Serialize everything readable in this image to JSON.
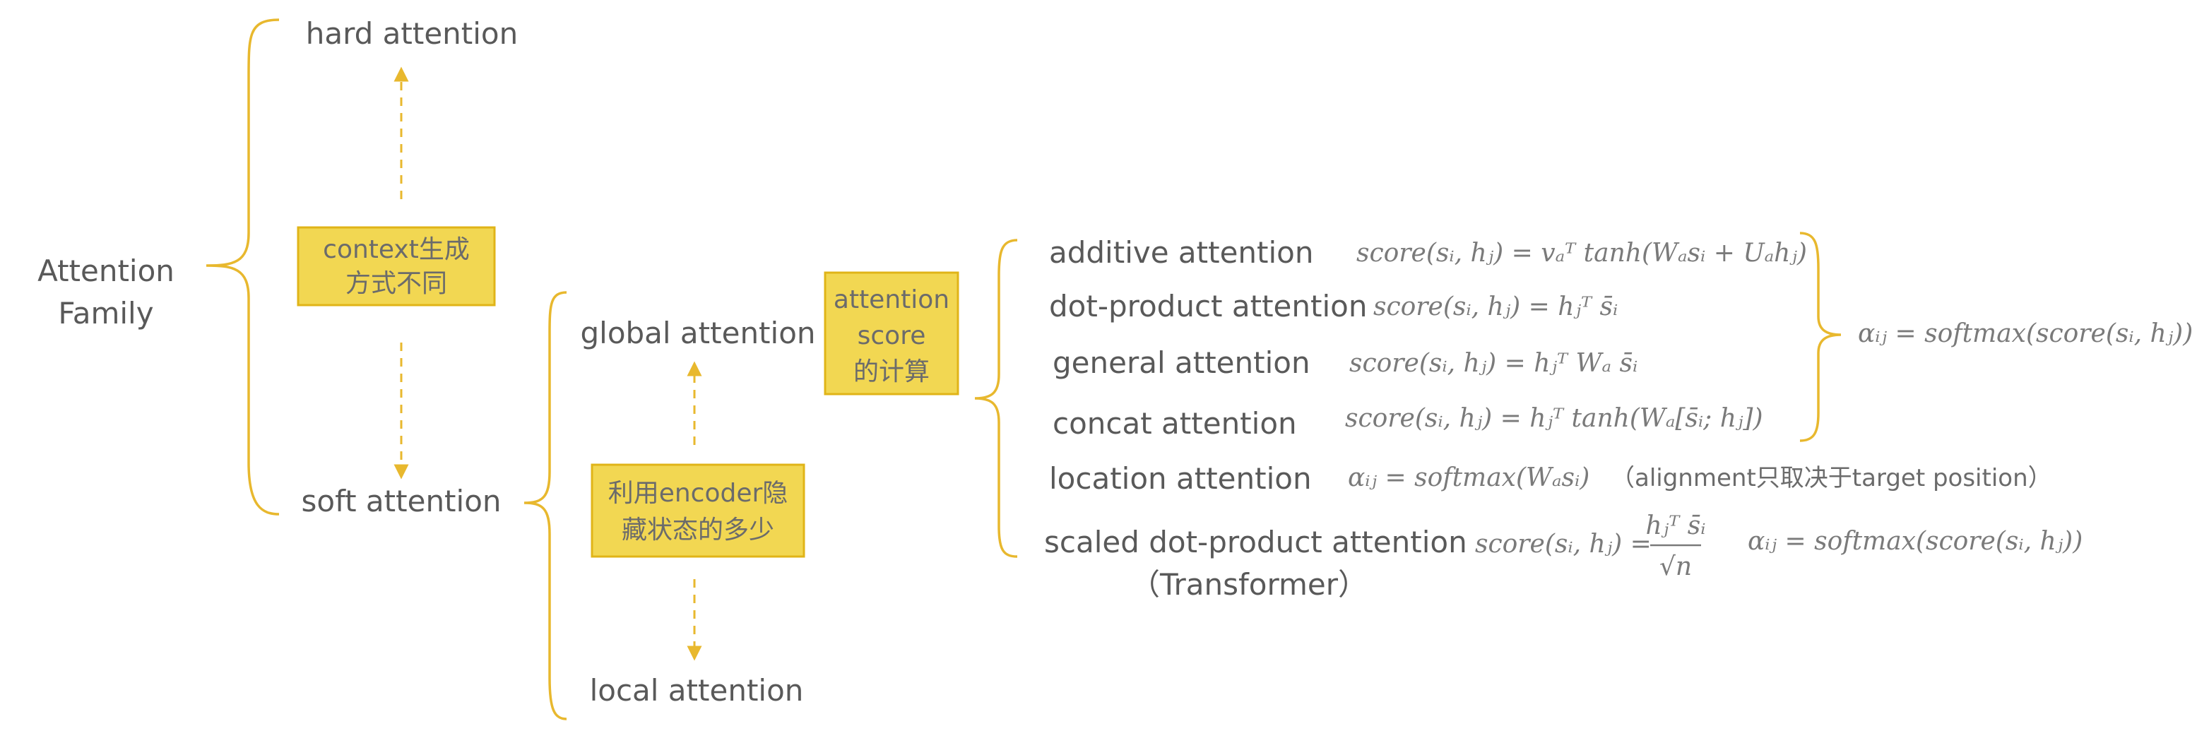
{
  "root": {
    "line1": "Attention",
    "line2": "Family"
  },
  "level1": {
    "hard": "hard attention",
    "soft": "soft attention"
  },
  "box_context": {
    "line1": "context生成",
    "line2": "方式不同"
  },
  "level2": {
    "global": "global attention",
    "local": "local attention"
  },
  "box_encoder": {
    "line1": "利用encoder隐",
    "line2": "藏状态的多少"
  },
  "box_score": {
    "line1": "attention",
    "line2": "score",
    "line3": "的计算"
  },
  "methods": [
    {
      "name": "additive attention",
      "formula": "score(sᵢ, hⱼ) = vₐᵀ tanh(Wₐsᵢ + Uₐhⱼ)"
    },
    {
      "name": "dot-product attention",
      "formula": "score(sᵢ, hⱼ) = hⱼᵀ s̄ᵢ"
    },
    {
      "name": "general attention",
      "formula": "score(sᵢ, hⱼ) = hⱼᵀ Wₐ s̄ᵢ"
    },
    {
      "name": "concat attention",
      "formula": "score(sᵢ, hⱼ) = hⱼᵀ tanh(Wₐ[s̄ᵢ; hⱼ])"
    },
    {
      "name": "location attention",
      "formula": "αᵢⱼ = softmax(Wₐsᵢ)",
      "note": "（alignment只取决于target position）"
    },
    {
      "name": "scaled dot-product attention",
      "name_line2": "（Transformer）",
      "formula": "score(sᵢ, hⱼ) =",
      "frac_num": "hⱼᵀ s̄ᵢ",
      "frac_den": "√n",
      "formula2": "αᵢⱼ = softmax(score(sᵢ, hⱼ))"
    }
  ],
  "softmax_formula": "αᵢⱼ = softmax(score(sᵢ, hⱼ))"
}
